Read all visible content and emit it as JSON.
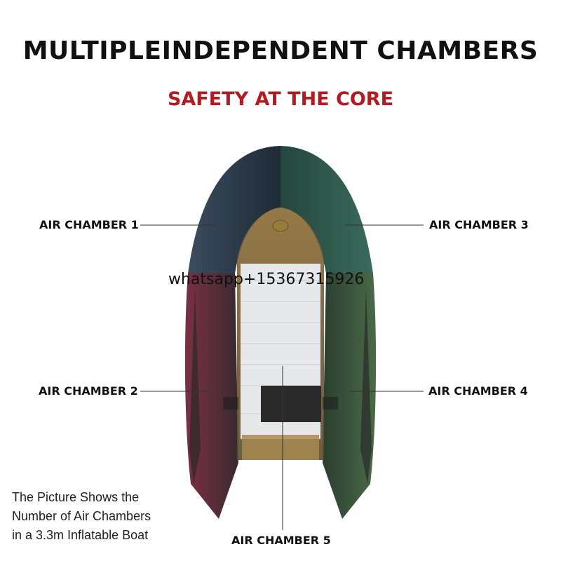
{
  "header": {
    "title": "MULTIPLEINDEPENDENT CHAMBERS",
    "subtitle": "SAFETY AT THE CORE"
  },
  "labels": {
    "chamber1": "AIR CHAMBER 1",
    "chamber2": "AIR CHAMBER 2",
    "chamber3": "AIR CHAMBER 3",
    "chamber4": "AIR CHAMBER 4",
    "chamber5": "AIR CHAMBER 5"
  },
  "watermark": "whatsapp+15367315926",
  "caption": {
    "line1": "The Picture Shows the",
    "line2": "Number of Air Chambers",
    "line3": "in a 3.3m Inflatable Boat"
  },
  "colors": {
    "subtitle": "#b01c22",
    "chamber1": "#2b3a4a",
    "chamber2": "#6b2a3a",
    "chamber3": "#2f5a4e",
    "chamber4": "#3d5a3a",
    "chamber5": "#7a6a3a"
  }
}
